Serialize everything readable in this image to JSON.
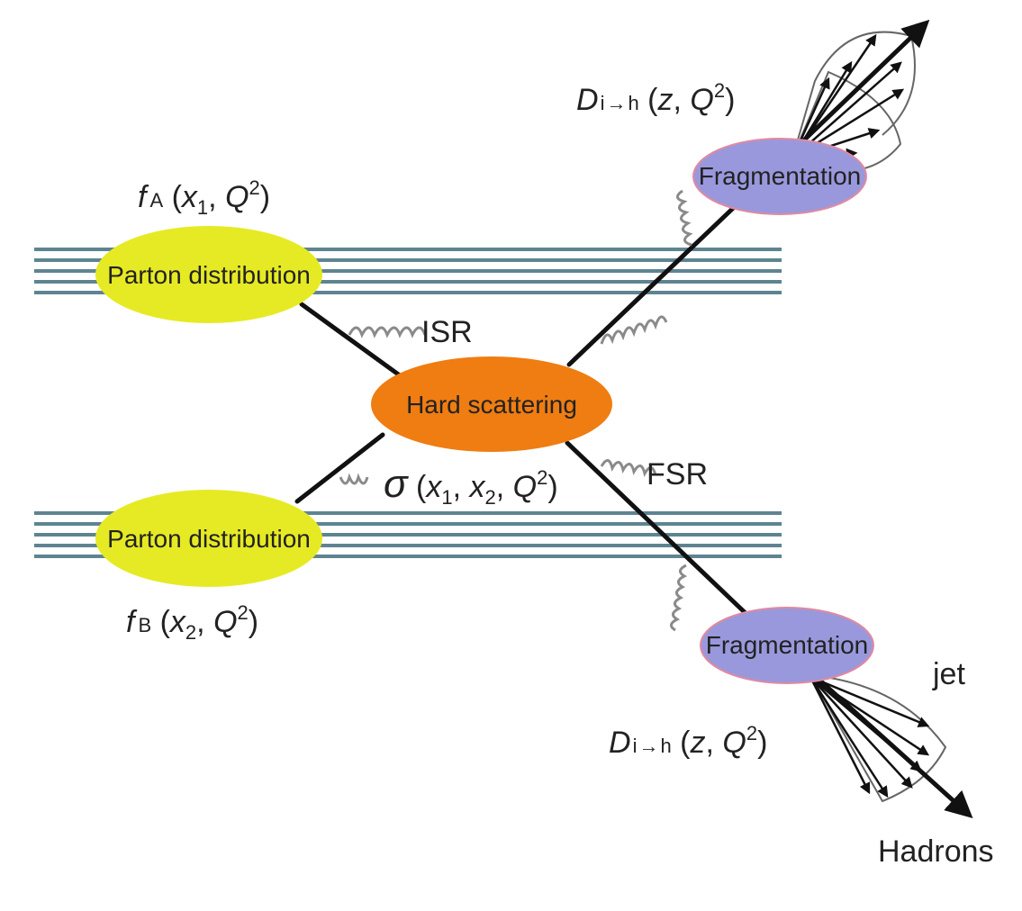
{
  "nodes": {
    "pdf_top": "Parton distribution",
    "pdf_bottom": "Parton distribution",
    "hard": "Hard scattering",
    "frag_top": "Fragmentation",
    "frag_bottom": "Fragmentation"
  },
  "formulas": {
    "fA": {
      "f": "f",
      "sub": "A",
      "args_open": " (",
      "x": "x",
      "xsub": "1",
      "sep": ", ",
      "Q": "Q",
      "sup": "2",
      "close": ")"
    },
    "fB": {
      "f": "f",
      "sub": "B",
      "args_open": " (",
      "x": "x",
      "xsub": "2",
      "sep": ", ",
      "Q": "Q",
      "sup": "2",
      "close": ")"
    },
    "sigma": {
      "sym": "σ",
      "open": " (",
      "x1": "x",
      "x1sub": "1",
      "sep1": ", ",
      "x2": "x",
      "x2sub": "2",
      "sep2": ", ",
      "Q": "Q",
      "sup": "2",
      "close": ")"
    },
    "D_top": {
      "D": "D",
      "sub": "i",
      "arrow": "→",
      "h": "h",
      "open": " (",
      "z": "z",
      "sep": ", ",
      "Q": "Q",
      "sup": "2",
      "close": ")"
    },
    "D_bottom": {
      "D": "D",
      "sub": "i",
      "arrow": "→",
      "h": "h",
      "open": " (",
      "z": "z",
      "sep": ", ",
      "Q": "Q",
      "sup": "2",
      "close": ")"
    }
  },
  "labels": {
    "isr": "ISR",
    "fsr": "FSR",
    "jet": "jet",
    "hadrons": "Hadrons"
  },
  "colors": {
    "beam_lines": "#5e8492",
    "parton_fill": "#e6ea24",
    "hard_fill": "#ef7d12",
    "frag_fill": "#9a98dc",
    "frag_stroke": "#e08aa0",
    "line": "#111111",
    "gluon": "#888888"
  }
}
